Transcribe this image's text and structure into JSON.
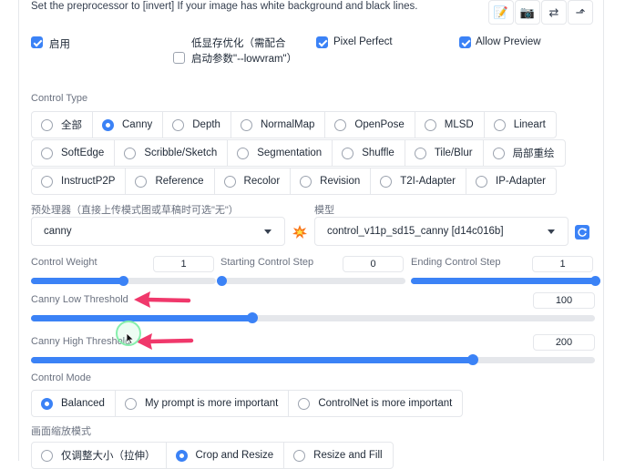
{
  "hint": "Set the preprocessor to [invert] If your image has white background and black lines.",
  "toolbar": {
    "icons": [
      "memo-icon",
      "camera-icon",
      "swap-arrows-icon",
      "up-arrow-icon"
    ],
    "glyphs": [
      "📝",
      "📷",
      "⇄",
      "⬏"
    ]
  },
  "options": {
    "enable": "启用",
    "low_vram": "低显存优化（需配合启动参数\"--lowvram\"）",
    "pixel_perfect": "Pixel Perfect",
    "allow_preview": "Allow Preview"
  },
  "control_type": {
    "label": "Control Type",
    "options": [
      "全部",
      "Canny",
      "Depth",
      "NormalMap",
      "OpenPose",
      "MLSD",
      "Lineart",
      "SoftEdge",
      "Scribble/Sketch",
      "Segmentation",
      "Shuffle",
      "Tile/Blur",
      "局部重绘",
      "InstructP2P",
      "Reference",
      "Recolor",
      "Revision",
      "T2I-Adapter",
      "IP-Adapter"
    ],
    "selected": "Canny"
  },
  "preprocessor": {
    "label": "预处理器（直接上传模式图或草稿时可选\"无\"）",
    "value": "canny",
    "run_icon": "explosion-icon"
  },
  "model": {
    "label": "模型",
    "value": "control_v11p_sd15_canny [d14c016b]",
    "refresh_icon": "refresh-icon"
  },
  "control_weight": {
    "label": "Control Weight",
    "value": "1",
    "fraction": 0.5
  },
  "starting_step": {
    "label": "Starting Control Step",
    "value": "0",
    "fraction": 0.0
  },
  "ending_step": {
    "label": "Ending Control Step",
    "value": "1",
    "fraction": 1.0
  },
  "canny_low": {
    "label": "Canny Low Threshold",
    "value": "100",
    "fraction": 0.392
  },
  "canny_high": {
    "label": "Canny High Threshold",
    "value": "200",
    "fraction": 0.784
  },
  "control_mode": {
    "label": "Control Mode",
    "options": [
      "Balanced",
      "My prompt is more important",
      "ControlNet is more important"
    ],
    "selected": "Balanced"
  },
  "resize_mode": {
    "label": "画面缩放模式",
    "options": [
      "仅调整大小（拉伸）",
      "Crop and Resize",
      "Resize and Fill"
    ],
    "selected": "Crop and Resize"
  },
  "colors": {
    "accent": "#3b82f6",
    "annotation": "#f0386b",
    "cursor_ring": "#86efac"
  }
}
